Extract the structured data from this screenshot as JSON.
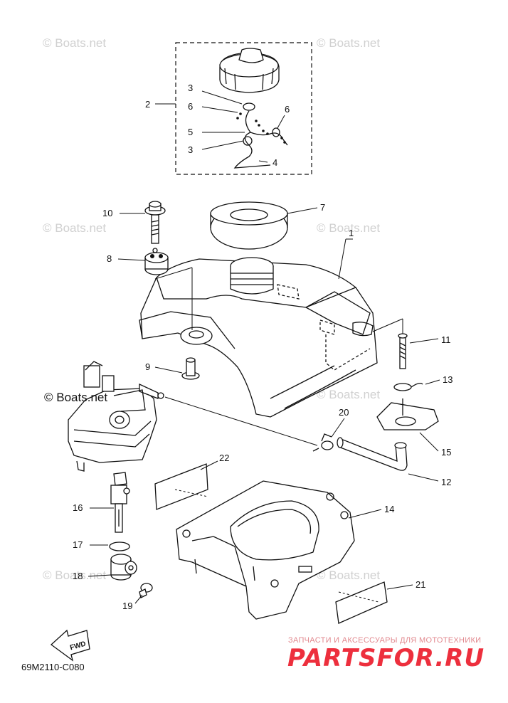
{
  "watermarks": [
    "© Boats.net",
    "© Boats.net",
    "© Boats.net",
    "© Boats.net",
    "© Boats.net",
    "© Boats.net",
    "© Boats.net"
  ],
  "carb_watermark": "© Boats.net",
  "callouts": [
    "1",
    "2",
    "3",
    "6",
    "5",
    "3",
    "6",
    "4",
    "7",
    "10",
    "8",
    "9",
    "11",
    "13",
    "20",
    "15",
    "12",
    "22",
    "14",
    "16",
    "17",
    "18",
    "19",
    "21"
  ],
  "fwd_label": "FWD",
  "drawing_code": "69M2110-C080",
  "brand": {
    "subtitle": "ЗАПЧАСТИ И АКСЕССУАРЫ ДЛЯ МОТОТЕХНИКИ",
    "name": "PARTSFOR.RU"
  },
  "colors": {
    "line": "#111111",
    "brand": "#ed2f3d",
    "watermark": "#d0d0d0"
  }
}
